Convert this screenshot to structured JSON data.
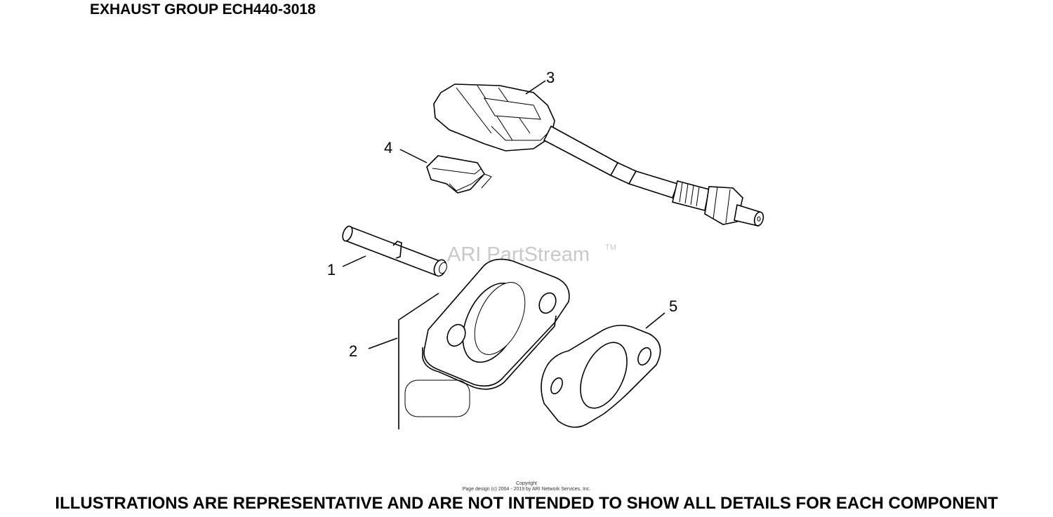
{
  "header": {
    "title": "EXHAUST GROUP ECH440-3018"
  },
  "watermark": {
    "text": "ARI PartStream",
    "tm": "TM"
  },
  "callouts": [
    {
      "id": "1",
      "label": "1"
    },
    {
      "id": "2",
      "label": "2"
    },
    {
      "id": "3",
      "label": "3"
    },
    {
      "id": "4",
      "label": "4"
    },
    {
      "id": "5",
      "label": "5"
    }
  ],
  "footer": {
    "copyright_line1": "Copyright",
    "copyright_line2": "Page design (c) 2004 - 2019 by ARI Network Services, Inc.",
    "disclaimer": "ILLUSTRATIONS ARE REPRESENTATIVE AND ARE NOT INTENDED TO SHOW ALL DETAILS FOR EACH COMPONENT"
  }
}
